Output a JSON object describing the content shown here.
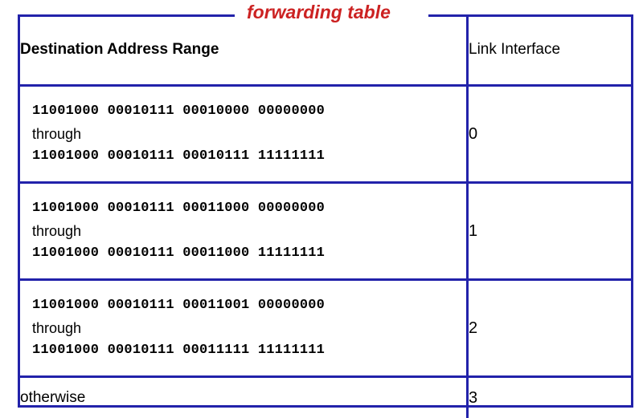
{
  "caption": {
    "text": "forwarding table",
    "color": "#cc2222"
  },
  "table": {
    "border_color": "#2222aa",
    "headers": {
      "range": "Destination Address Range",
      "interface": "Link Interface"
    },
    "rows": [
      {
        "start": "11001000 00010111 00010000 00000000",
        "separator": "through",
        "end": "11001000 00010111 00010111 11111111",
        "interface": "0"
      },
      {
        "start": "11001000 00010111 00011000 00000000",
        "separator": "through",
        "end": "11001000 00010111 00011000 11111111",
        "interface": "1"
      },
      {
        "start": "11001000 00010111 00011001 00000000",
        "separator": "through",
        "end": "11001000 00010111 00011111 11111111",
        "interface": "2"
      }
    ],
    "default_row": {
      "label": "otherwise",
      "interface": "3"
    }
  }
}
